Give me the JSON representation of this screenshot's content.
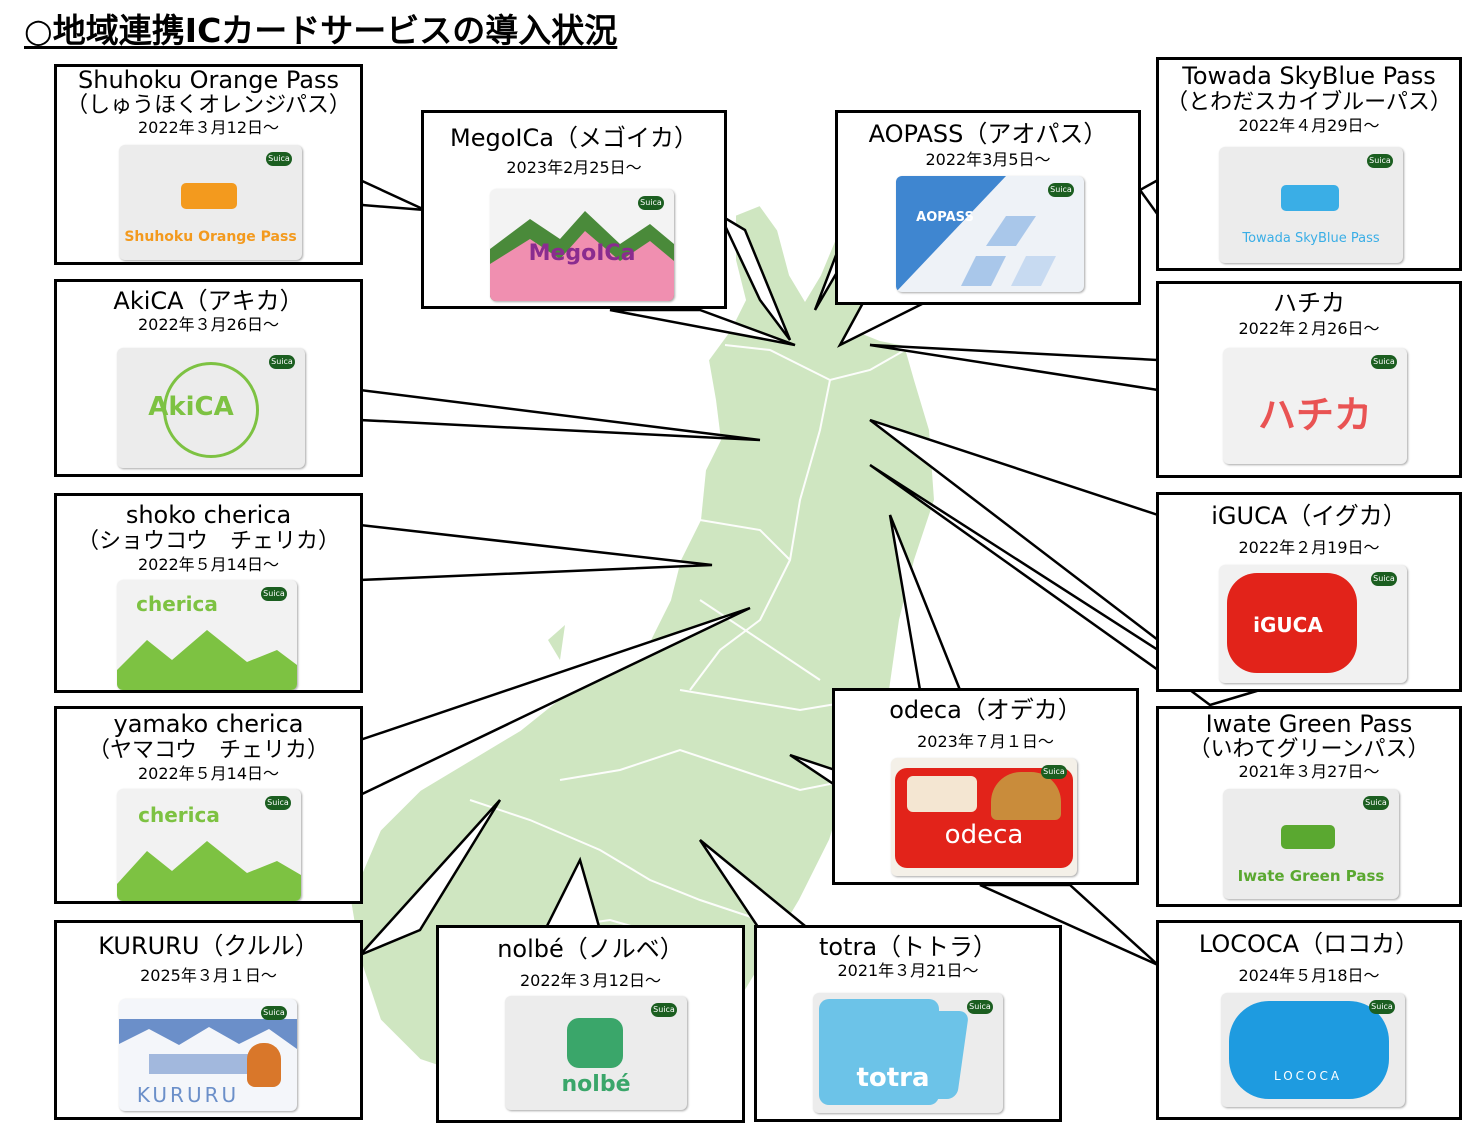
{
  "title": "○地域連携ICカードサービスの導入状況",
  "callouts": [
    {
      "id": "shuhoku",
      "name": "Shuhoku Orange Pass",
      "kana": "（しゅうほくオレンジパス）",
      "date": "2022年３月12日～",
      "card_text": "Shuhoku Orange Pass",
      "color": "#f39a1e"
    },
    {
      "id": "megoica",
      "name": "MegoICa（メゴイカ）",
      "kana": "",
      "date": "2023年2月25日～",
      "card_text": "MegoICa",
      "color": "#e8759a"
    },
    {
      "id": "aopass",
      "name": "AOPASS（アオパス）",
      "kana": "",
      "date": "2022年3月5日～",
      "card_text": "AOPASS",
      "color": "#3f86d0"
    },
    {
      "id": "towada",
      "name": "Towada SkyBlue Pass",
      "kana": "（とわだスカイブルーパス）",
      "date": "2022年４月29日～",
      "card_text": "Towada SkyBlue Pass",
      "color": "#3aaee6"
    },
    {
      "id": "akica",
      "name": "AkiCA（アキカ）",
      "kana": "",
      "date": "2022年３月26日～",
      "card_text": "AkiCA",
      "color": "#7dc242"
    },
    {
      "id": "hachika",
      "name": "ハチカ",
      "kana": "",
      "date": "2022年２月26日～",
      "card_text": "ハチカ",
      "color": "#e95353"
    },
    {
      "id": "shoko",
      "name": "shoko cherica",
      "kana": "（ショウコウ　チェリカ）",
      "date": "2022年５月14日～",
      "card_text": "cherica",
      "color": "#7dc242"
    },
    {
      "id": "iguca",
      "name": "iGUCA（イグカ）",
      "kana": "",
      "date": "2022年２月19日～",
      "card_text": "iGUCA",
      "color": "#e2231a"
    },
    {
      "id": "yamako",
      "name": "yamako cherica",
      "kana": "（ヤマコウ　チェリカ）",
      "date": "2022年５月14日～",
      "card_text": "cherica",
      "color": "#7dc242"
    },
    {
      "id": "odeca",
      "name": "odeca（オデカ）",
      "kana": "",
      "date": "2023年７月１日～",
      "card_text": "odeca",
      "color": "#e2231a"
    },
    {
      "id": "iwate",
      "name": "Iwate Green Pass",
      "kana": "（いわてグリーンパス）",
      "date": "2021年３月27日～",
      "card_text": "Iwate Green Pass",
      "color": "#5aa830"
    },
    {
      "id": "kururu",
      "name": "KURURU（クルル）",
      "kana": "",
      "date": "2025年３月１日～",
      "card_text": "KURURU",
      "color": "#6b8fc9"
    },
    {
      "id": "nolbe",
      "name": "nolbé（ノルベ）",
      "kana": "",
      "date": "2022年３月12日～",
      "card_text": "nolbé",
      "color": "#3aa66a"
    },
    {
      "id": "totra",
      "name": "totra（トトラ）",
      "kana": "",
      "date": "2021年３月21日～",
      "card_text": "totra",
      "color": "#6cc3e8"
    },
    {
      "id": "lococa",
      "name": "LOCOCA（ロコカ）",
      "kana": "",
      "date": "2024年５月18日～",
      "card_text": "LOCOCA",
      "color": "#1e9be0"
    }
  ],
  "suica_label": "Suica",
  "map_color": "#cfe6c1"
}
